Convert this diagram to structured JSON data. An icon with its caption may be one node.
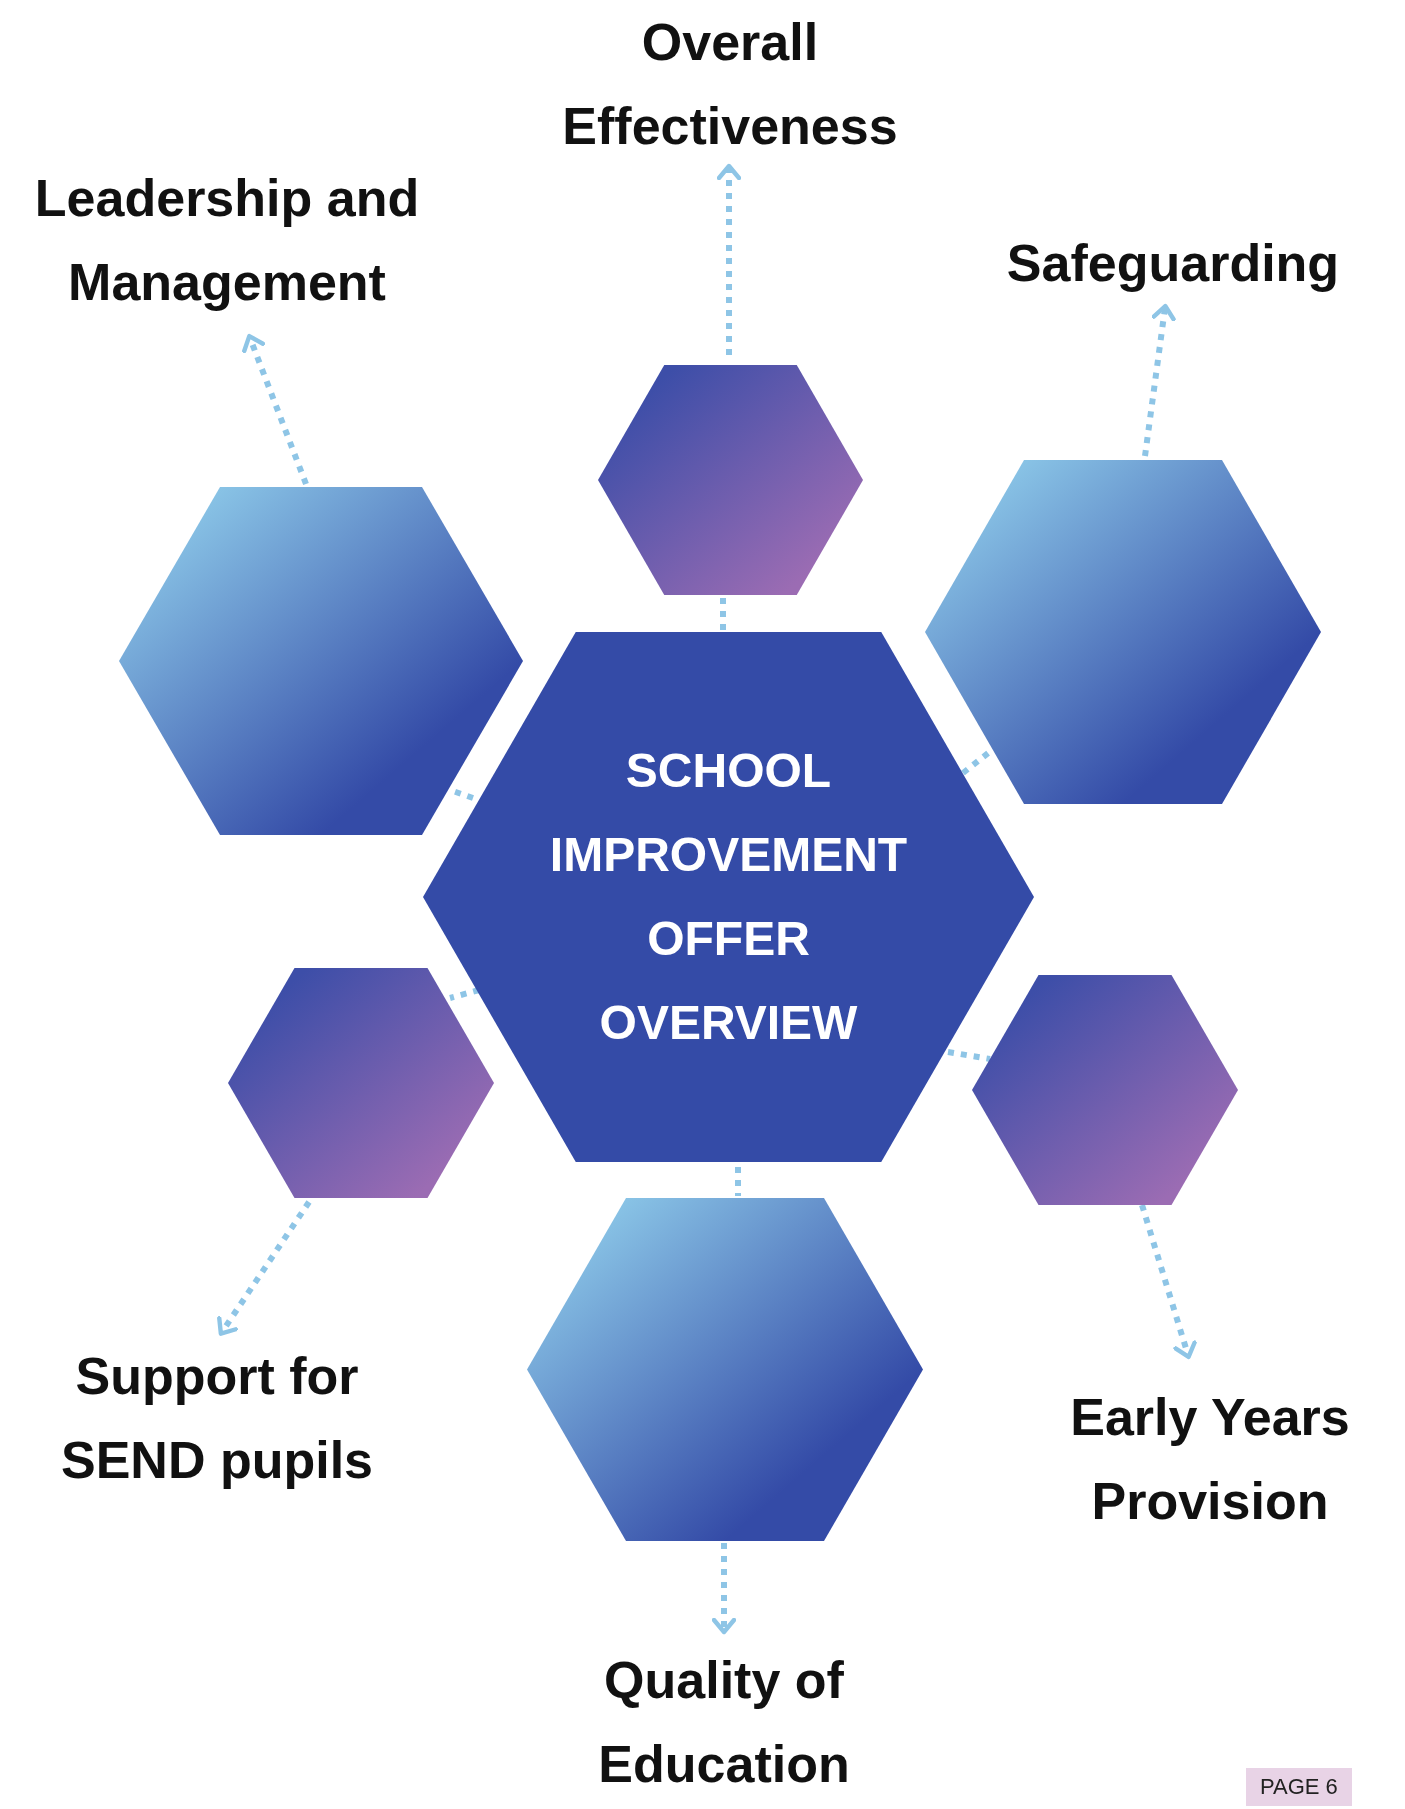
{
  "diagram": {
    "nodes": [
      {
        "text": [
          "Overall Effectiveness"
        ]
      },
      {
        "text": [
          "Leadership and Management"
        ]
      },
      {
        "text": [
          "Safeguarding"
        ]
      },
      {
        "text": [],
        "shape": "hexagon"
      },
      {
        "text": [],
        "shape": "hexagon"
      },
      {
        "text": [],
        "shape": "hexagon"
      },
      {
        "text": [
          "SCHOOL IMPROVEMENT OFFER OVERVIEW"
        ]
      },
      {
        "text": [],
        "shape": "hexagon"
      },
      {
        "text": [],
        "shape": "hexagon"
      },
      {
        "text": [],
        "shape": "hexagon"
      },
      {
        "text": [
          "Support for SEND pupils"
        ]
      },
      {
        "text": [
          "Early Years Provision"
        ]
      },
      {
        "text": [
          "Quality of Education"
        ]
      }
    ],
    "edges": [
      {
        "from": 6,
        "to": 3,
        "arrow": "none",
        "style": "dashed"
      },
      {
        "from": 6,
        "to": 4,
        "arrow": "none",
        "style": "dashed"
      },
      {
        "from": 6,
        "to": 5,
        "arrow": "none",
        "style": "dashed"
      },
      {
        "from": 6,
        "to": 7,
        "arrow": "none",
        "style": "dashed"
      },
      {
        "from": 6,
        "to": 8,
        "arrow": "none",
        "style": "dashed"
      },
      {
        "from": 6,
        "to": 9,
        "arrow": "none",
        "style": "dashed"
      },
      {
        "from": 3,
        "to": 0,
        "arrow": "to",
        "style": "dashed"
      },
      {
        "from": 4,
        "to": 1,
        "arrow": "to",
        "style": "dashed"
      },
      {
        "from": 5,
        "to": 2,
        "arrow": "to",
        "style": "dashed"
      },
      {
        "from": 7,
        "to": 10,
        "arrow": "to",
        "style": "dashed"
      },
      {
        "from": 8,
        "to": 11,
        "arrow": "to",
        "style": "dashed"
      },
      {
        "from": 9,
        "to": 12,
        "arrow": "to",
        "style": "dashed"
      }
    ],
    "labels": [
      "PAGE 6"
    ]
  }
}
